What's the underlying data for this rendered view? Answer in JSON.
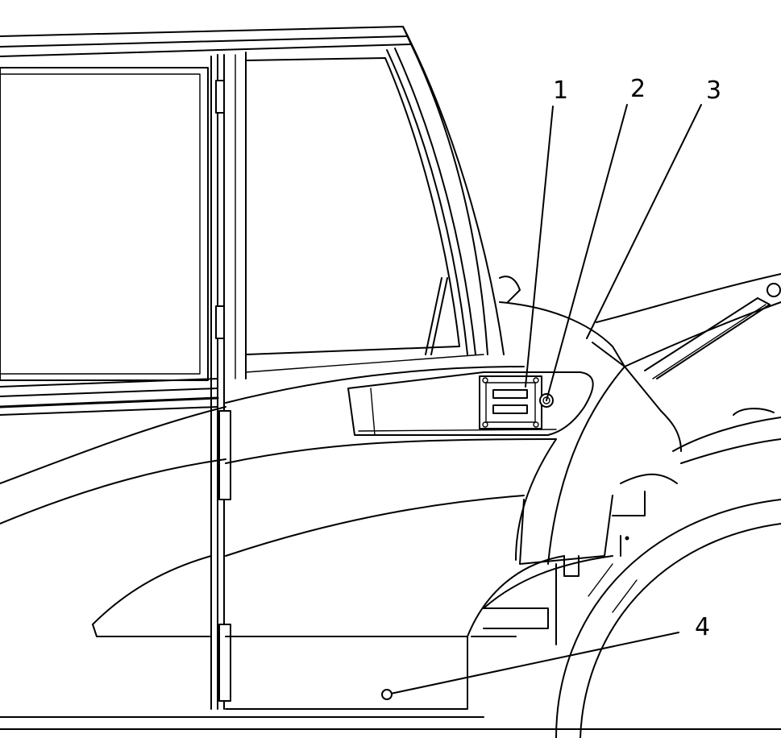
{
  "diagram": {
    "callouts": [
      {
        "id": "1",
        "label": "1"
      },
      {
        "id": "2",
        "label": "2"
      },
      {
        "id": "3",
        "label": "3"
      },
      {
        "id": "4",
        "label": "4"
      }
    ]
  },
  "colors": {
    "line": "#000000",
    "background": "#ffffff"
  }
}
